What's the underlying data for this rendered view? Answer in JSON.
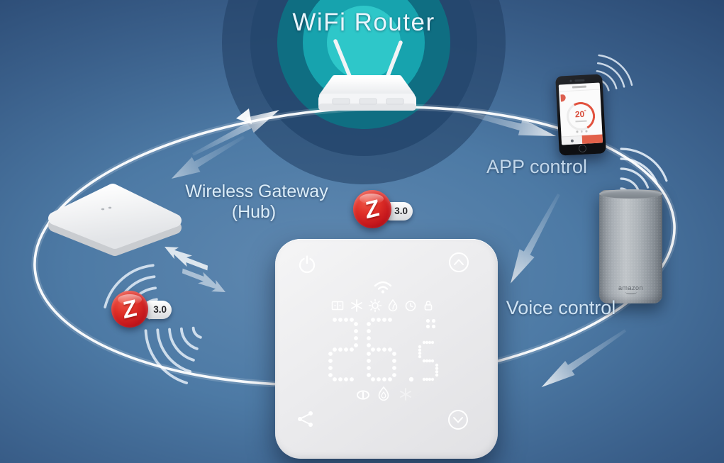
{
  "header": {
    "title": "WiFi Router"
  },
  "labels": {
    "gateway_line1": "Wireless Gateway",
    "gateway_line2": "(Hub)",
    "app_control": "APP control",
    "voice_control": "Voice control"
  },
  "zigbee": {
    "letter": "Z",
    "version": "3.0",
    "badges": [
      "center",
      "left"
    ]
  },
  "thermostat": {
    "display": "26.5",
    "icons": {
      "top": [
        "power-icon",
        "chevron-up-icon"
      ],
      "status": [
        "wifi-icon",
        "setpoint-dots-icon"
      ],
      "modes": [
        "window-icon",
        "frost-icon",
        "sun-icon",
        "eco-icon",
        "clock-icon",
        "lock-icon"
      ],
      "state": [
        "manual-mode-icon",
        "heating-flame-icon",
        "cooling-snowflake-icon"
      ],
      "bottom": [
        "share-icon",
        "chevron-down-icon"
      ]
    }
  },
  "phone": {
    "screen_temp": "20",
    "screen_unit": "°"
  },
  "echo": {
    "brand": "amazon"
  },
  "colors": {
    "background_center": "#5d88b1",
    "background_edge": "#131f3a",
    "halo_teal_bright": "#2ec7c9",
    "halo_teal_mid": "#17a3ae",
    "halo_teal_deep": "#0e7183",
    "zigbee_red": "#d01920",
    "label_text": "#d9ebf8",
    "phone_accent": "#d94f3d"
  }
}
